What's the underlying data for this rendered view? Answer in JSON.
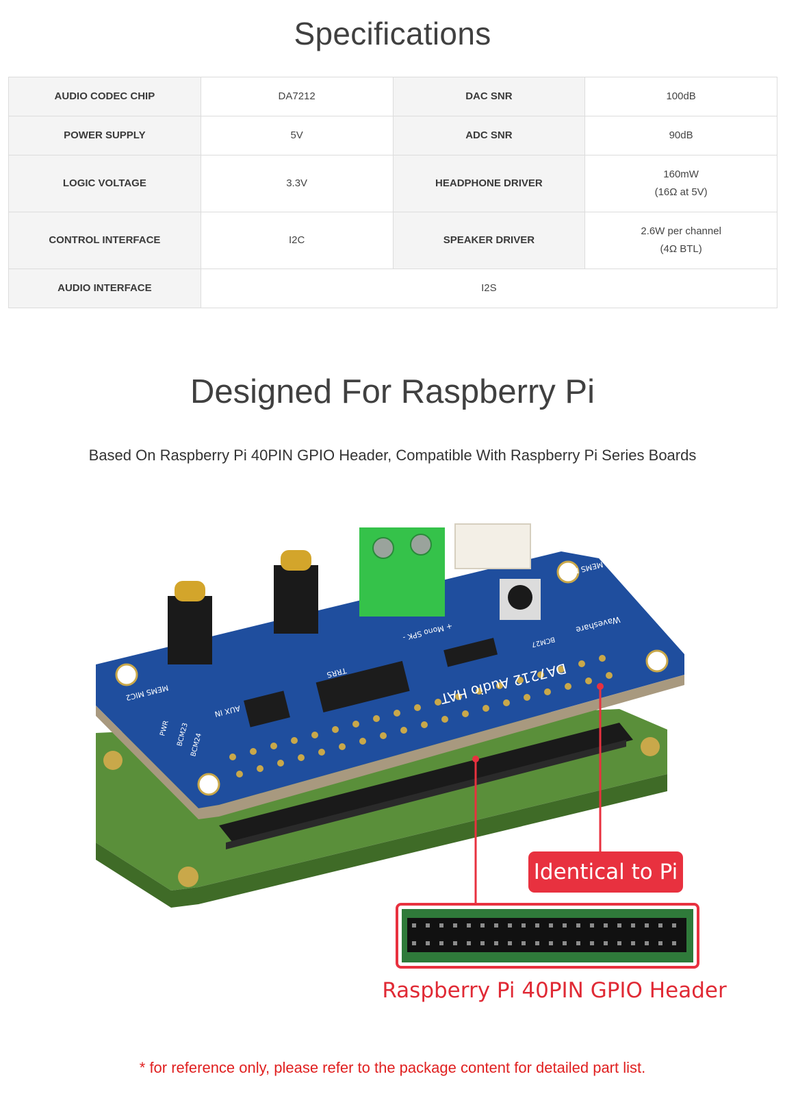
{
  "specs": {
    "title": "Specifications",
    "rows": [
      {
        "l1": "AUDIO CODEC CHIP",
        "v1": "DA7212",
        "l2": "DAC SNR",
        "v2": "100dB"
      },
      {
        "l1": "POWER SUPPLY",
        "v1": "5V",
        "l2": "ADC SNR",
        "v2": "90dB"
      },
      {
        "l1": "LOGIC VOLTAGE",
        "v1": "3.3V",
        "l2": "HEADPHONE DRIVER",
        "v2a": "160mW",
        "v2b": "(16Ω at 5V)"
      },
      {
        "l1": "CONTROL INTERFACE",
        "v1": "I2C",
        "l2": "SPEAKER DRIVER",
        "v2a": "2.6W per channel",
        "v2b": "(4Ω BTL)"
      },
      {
        "l1": "AUDIO INTERFACE",
        "v1": "I2S"
      }
    ]
  },
  "design": {
    "title": "Designed For Raspberry Pi",
    "subtitle": "Based On Raspberry Pi 40PIN GPIO Header, Compatible With Raspberry Pi Series Boards"
  },
  "board": {
    "silk_board_name": "DA7212 Audio HAT",
    "silk_brand": "Waveshare",
    "silk_mic1": "MEMS MIC1",
    "silk_mic2": "MEMS MIC2",
    "silk_aux": "AUX IN",
    "silk_trrs": "TRRS",
    "silk_spk": "+ Mono SPK -",
    "silk_bcm27": "BCM27",
    "silk_bcm23": "BCM23",
    "silk_bcm24": "BCM24",
    "silk_pwr": "PWR"
  },
  "callout": "Identical to Pi",
  "gpio_caption": "Raspberry Pi 40PIN GPIO Header",
  "footnote": "* for reference only, please refer to the package content for detailed part list.",
  "colors": {
    "board_blue": "#1f4e9e",
    "terminal_green": "#35c24a",
    "accent_red": "#e8313f"
  }
}
